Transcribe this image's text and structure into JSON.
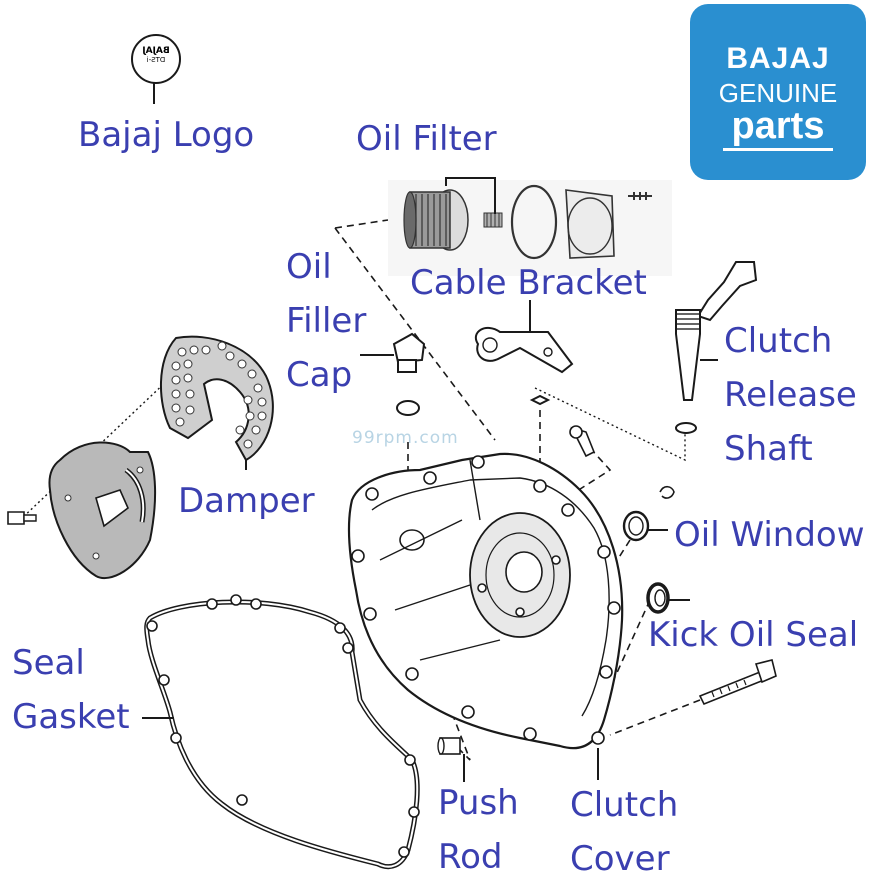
{
  "brand": {
    "line1": "BAJAJ",
    "line2": "GENUINE",
    "line3": "parts",
    "color": "#2a8fd0"
  },
  "watermark": "99rpm.com",
  "logo_badge": {
    "text": "BAJAJ",
    "subtext": "DTS-i"
  },
  "label_color": "#3a3fb0",
  "labels": {
    "bajaj_logo": "Bajaj Logo",
    "oil_filter": "Oil Filter",
    "oil_filler_cap_1": "Oil",
    "oil_filler_cap_2": "Filler",
    "oil_filler_cap_3": "Cap",
    "cable_bracket": "Cable Bracket",
    "clutch_release_shaft_1": "Clutch",
    "clutch_release_shaft_2": "Release",
    "clutch_release_shaft_3": "Shaft",
    "damper": "Damper",
    "oil_window": "Oil Window",
    "kick_oil_seal": "Kick Oil Seal",
    "seal_gasket_1": "Seal",
    "seal_gasket_2": "Gasket",
    "push_rod_1": "Push",
    "push_rod_2": "Rod",
    "clutch_cover_1": "Clutch",
    "clutch_cover_2": "Cover"
  }
}
